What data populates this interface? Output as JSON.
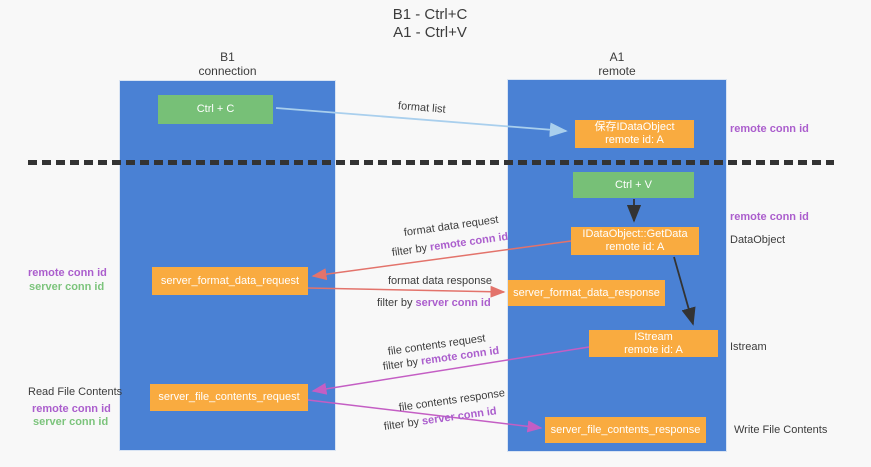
{
  "title": {
    "line1": "B1 - Ctrl+C",
    "line2": "A1 - Ctrl+V"
  },
  "lanes": {
    "left": {
      "name": "B1",
      "role": "connection"
    },
    "right": {
      "name": "A1",
      "role": "remote"
    }
  },
  "boxes": {
    "ctrl_c": "Ctrl + C",
    "ctrl_v": "Ctrl + V",
    "save_dataobject": {
      "line1": "保存IDataObject",
      "line2": "remote id: A"
    },
    "getdata": {
      "line1": "IDataObject::GetData",
      "line2": "remote id: A"
    },
    "istream": {
      "line1": "IStream",
      "line2": "remote id: A"
    },
    "format_request": "server_format_data_request",
    "format_response": "server_format_data_response",
    "file_request": "server_file_contents_request",
    "file_response": "server_file_contents_response"
  },
  "arrow_labels": {
    "format_list": "format list",
    "format_data_request": "format data request",
    "format_data_response": "format data response",
    "file_contents_request": "file contents request",
    "file_contents_response": "file contents response",
    "filter_prefix": "filter by ",
    "remote_conn_id": "remote conn id",
    "server_conn_id": "server conn id"
  },
  "side_labels": {
    "remote_conn_id_top": "remote conn id",
    "remote_conn_id_mid": "remote conn id",
    "dataobject": "DataObject",
    "istream": "Istream",
    "read_file_contents": "Read File Contents",
    "write_file_contents": "Write File Contents",
    "left_top_remote": "remote conn id",
    "left_top_server": "server conn id",
    "left_bottom_remote": "remote conn id",
    "left_bottom_server": "server conn id"
  },
  "colors": {
    "lane_blue": "#4a81d4",
    "box_green": "#77c077",
    "box_orange": "#f9ab40",
    "purple_text": "#ab5ecd",
    "green_text": "#7cc47c",
    "arrow_blue": "#a9cfed",
    "arrow_red": "#e3736b",
    "arrow_magenta": "#c45ec4",
    "arrow_black": "#333333",
    "text_dark": "#3c3c3c",
    "background": "#f8f8f8"
  }
}
